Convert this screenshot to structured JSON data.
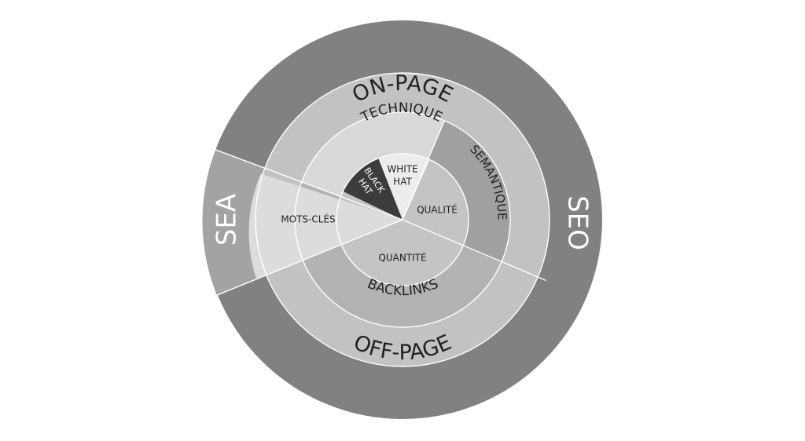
{
  "colors": {
    "background": "#ffffff",
    "outer_ring": "#818181",
    "sea_band": "#a3a3a3",
    "middle_ring": "#c2c2c2",
    "mots_cles_wedge": "#dcdcdc",
    "technique_band": "#d9d9d9",
    "semantique_band": "#a0a0a0",
    "backlinks_band": "#b3b3b3",
    "inner_disc": "#c4c4c4",
    "black_hat": "#3c3c3c",
    "white_hat": "#ececec",
    "separator": "#ffffff",
    "text_light": "#ffffff",
    "text_dark": "#222222"
  },
  "labels": {
    "seo": "SEO",
    "sea": "SEA",
    "on_page": "ON-PAGE",
    "off_page": "OFF-PAGE",
    "mots_cles": "MOTS-CLÉS",
    "technique": "TECHNIQUE",
    "semantique": "SEMANTIQUE",
    "backlinks": "BACKLINKS",
    "black_hat_line1": "BLACK",
    "black_hat_line2": "HAT",
    "white_hat_line1": "WHITE",
    "white_hat_line2": "HAT",
    "qualite": "QUALITÉ",
    "quantite": "QUANTITÉ"
  }
}
